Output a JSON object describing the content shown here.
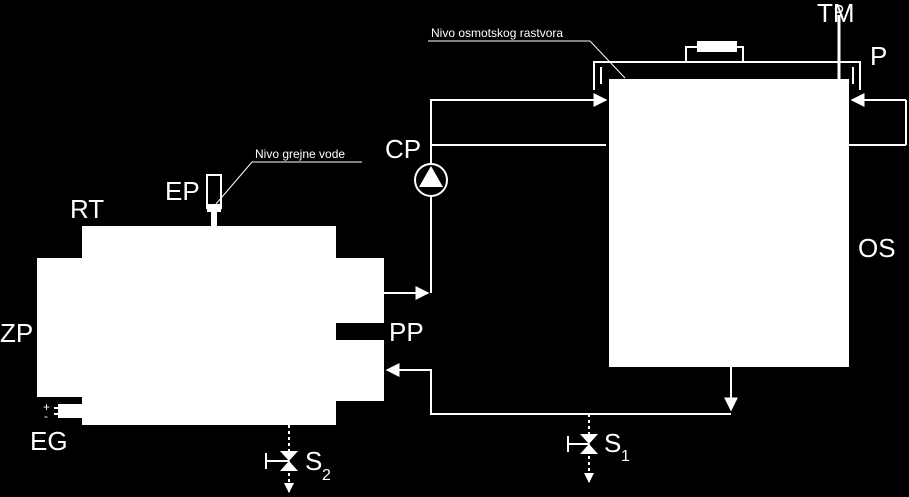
{
  "labels": {
    "tm": "TM",
    "p": "P",
    "cp": "CP",
    "rt": "RT",
    "ep": "EP",
    "os": "OS",
    "zp": "ZP",
    "pp": "PP",
    "eg": "EG",
    "s1_letter": "S",
    "s1_index": "1",
    "s2_letter": "S",
    "s2_index": "2",
    "eg_plus": "+",
    "eg_minus": "-"
  },
  "annotations": {
    "osmotic_level": "Nivo osmotskog rastvora",
    "heating_water_level": "Nivo grejne vode"
  },
  "colors": {
    "background": "#000000",
    "foreground": "#ffffff"
  }
}
